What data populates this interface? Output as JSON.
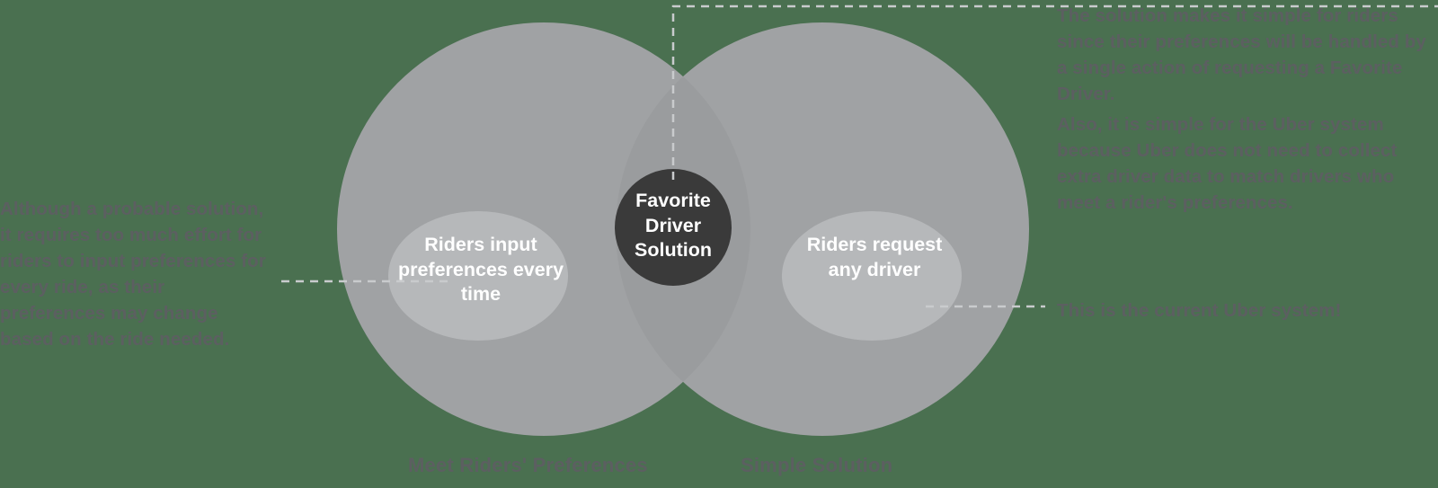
{
  "diagram": {
    "type": "venn",
    "background_color": "#4a7050",
    "circle_color": "#a0a2a4",
    "overlap_color": "#9a9c9e",
    "inner_bubble_color": "#b6b8ba",
    "center_bubble_color": "#3a3a3a",
    "text_color_light": "#ffffff",
    "annotation_color": "#5c5f61",
    "sets": [
      {
        "id": "meet-riders-preferences",
        "axis_label": "Meet Riders' Preferences",
        "bubble_text": "Riders input preferences every time",
        "annotation": "Although a probable solution, it requires too much effort for riders to input preferences for every ride, as their preferences may change based on the ride needed."
      },
      {
        "id": "simple-solution",
        "axis_label": "Simple Solution",
        "bubble_text": "Riders request any driver",
        "annotation": "This is the current Uber system!"
      }
    ],
    "intersection": {
      "id": "favorite-driver-solution",
      "bubble_text": "Favorite Driver Solution",
      "annotations": [
        "The solution makes it simple for riders since their preferences will be handled by a single action of requesting a Favorite Driver.",
        "Also, it is simple for the Uber system because Uber does not need to collect extra driver data to match drivers who meet a rider's preferences."
      ]
    }
  }
}
